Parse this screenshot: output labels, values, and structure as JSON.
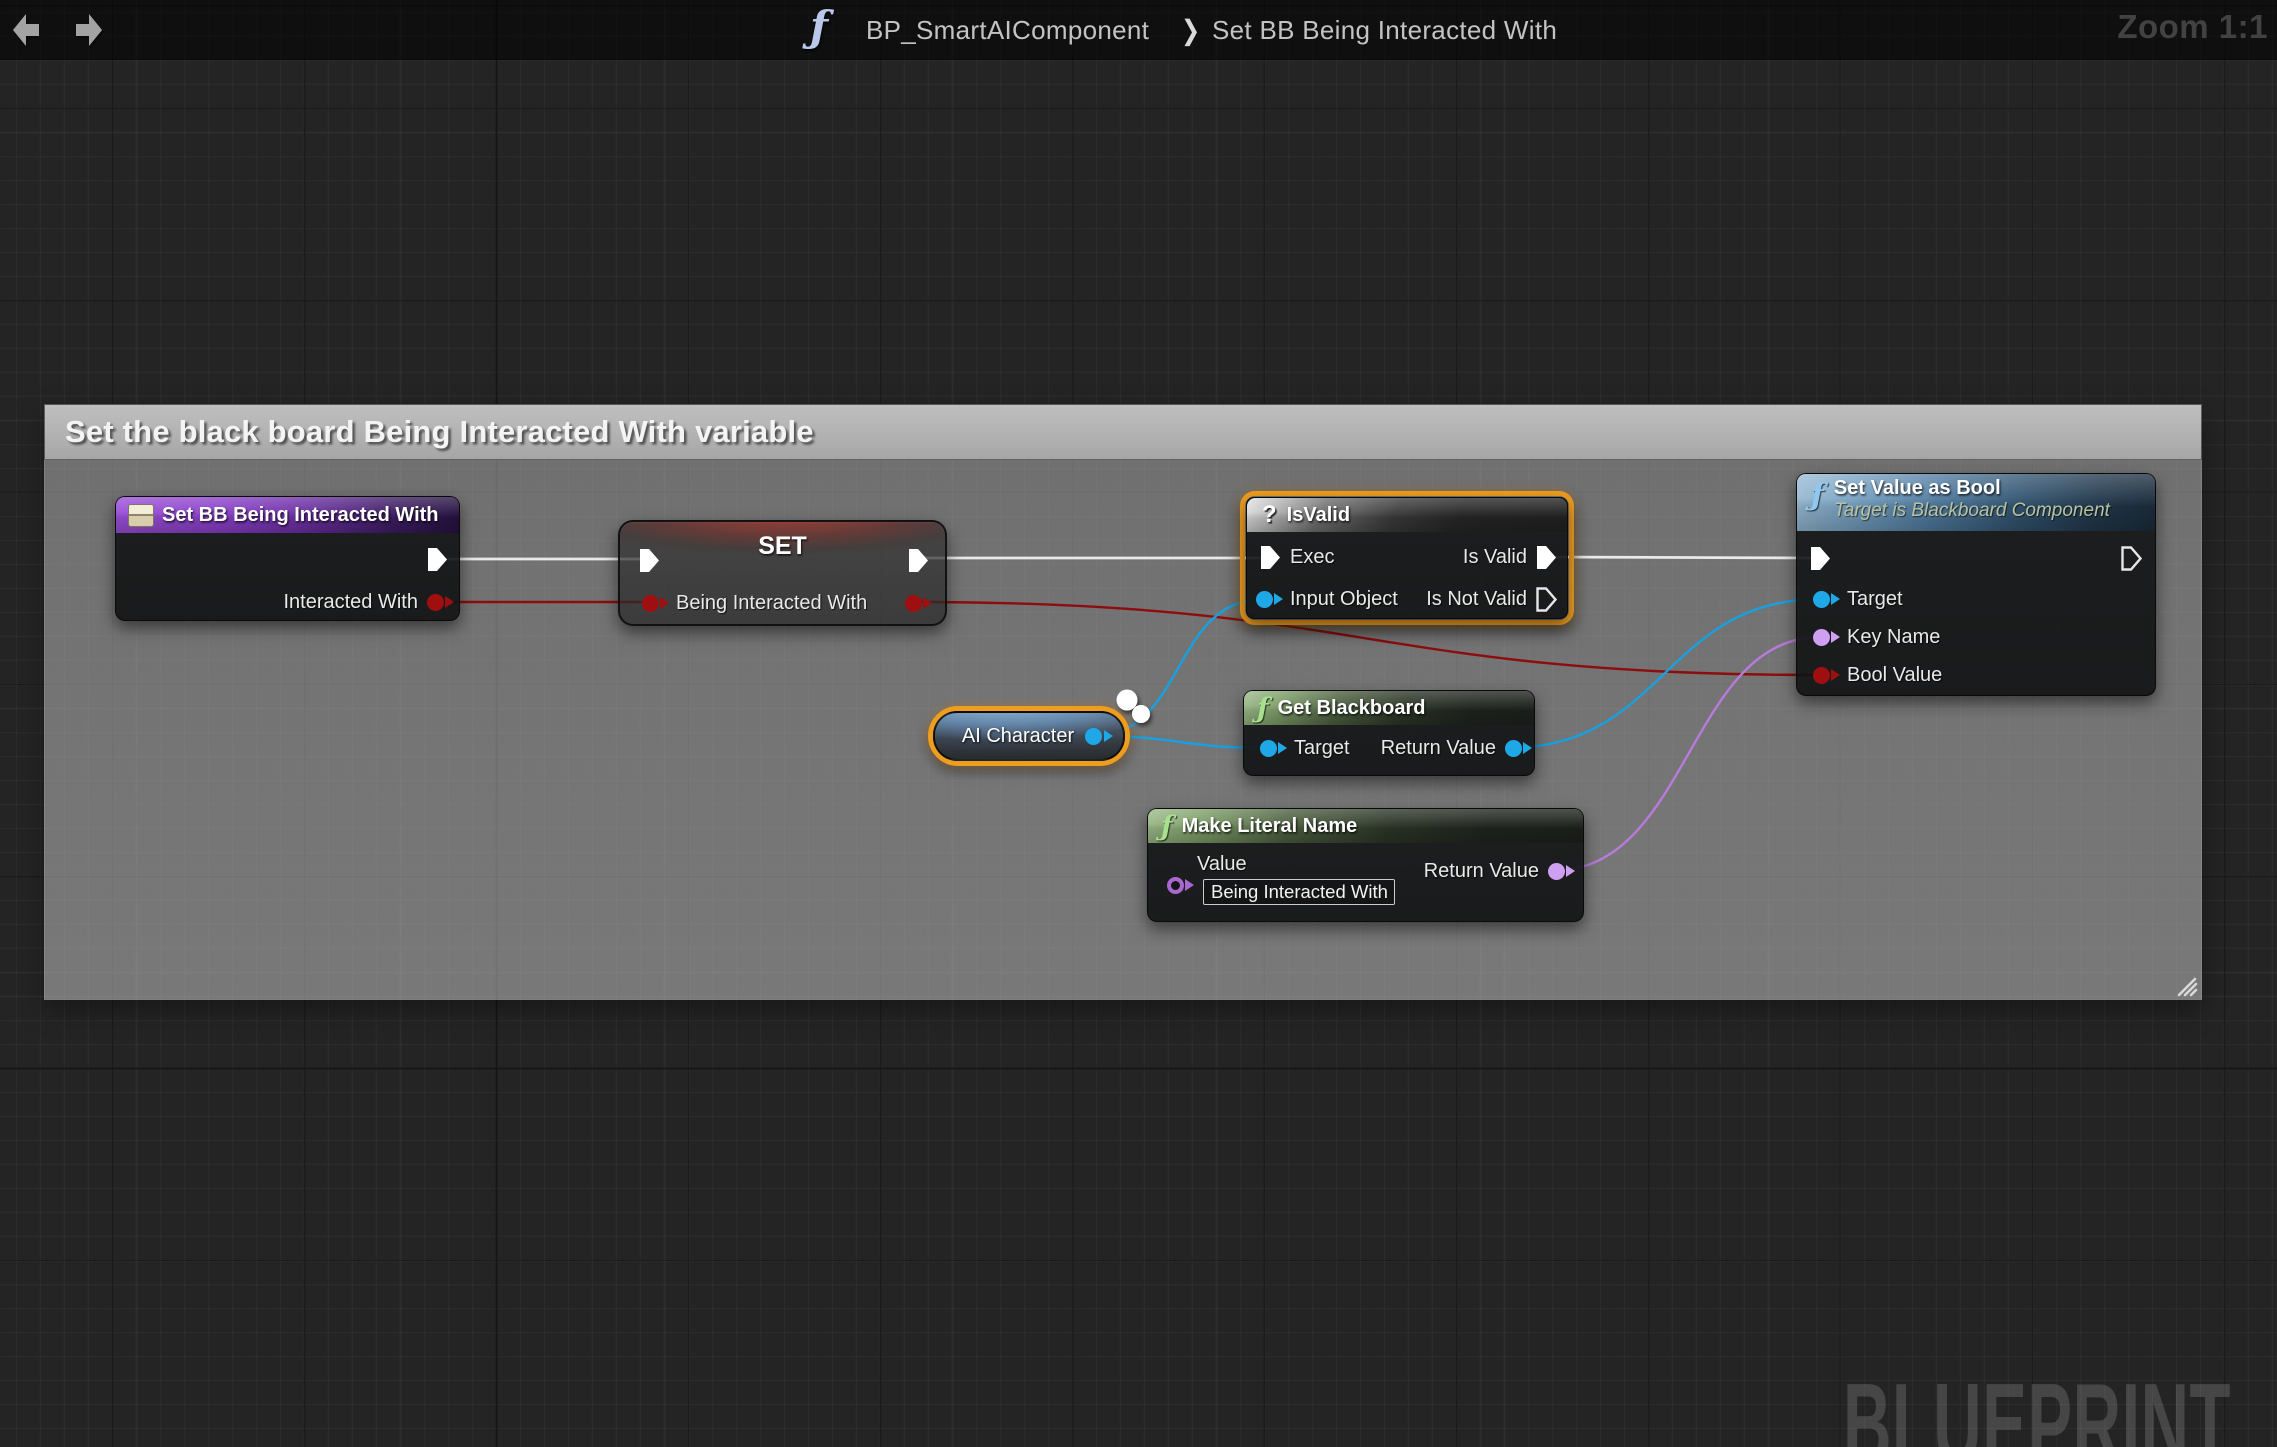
{
  "topbar": {
    "function_icon": "ƒ",
    "breadcrumb_root": "BP_SmartAIComponent",
    "separator": "❯",
    "breadcrumb_current": "Set BB Being Interacted With",
    "zoom_label": "Zoom 1:1"
  },
  "comment": {
    "title": "Set the black board Being Interacted With variable"
  },
  "watermark": "BLUEPRINT",
  "nodes": {
    "set_bb": {
      "title": "Set BB Being Interacted With",
      "pin_interacted_with": "Interacted With"
    },
    "set": {
      "title": "SET",
      "pin_being_interacted_with": "Being Interacted With"
    },
    "isvalid": {
      "icon": "?",
      "title": "IsValid",
      "pin_exec": "Exec",
      "pin_is_valid": "Is Valid",
      "pin_input_object": "Input Object",
      "pin_is_not_valid": "Is Not Valid"
    },
    "ai_character": {
      "title": "AI Character"
    },
    "get_blackboard": {
      "icon": "ƒ",
      "title": "Get Blackboard",
      "pin_target": "Target",
      "pin_return_value": "Return Value"
    },
    "make_literal_name": {
      "icon": "ƒ",
      "title": "Make Literal Name",
      "pin_value": "Value",
      "value_text": "Being Interacted With",
      "pin_return_value": "Return Value"
    },
    "set_value_as_bool": {
      "icon": "ƒ",
      "title": "Set Value as Bool",
      "subtitle": "Target is Blackboard Component",
      "pin_target": "Target",
      "pin_key_name": "Key Name",
      "pin_bool_value": "Bool Value"
    }
  },
  "colors": {
    "selection_orange": "#ef9d1f",
    "exec_wire": "#e9e9e9",
    "bool_wire": "#8c0d0d",
    "object_wire": "#18a0e0",
    "name_wire": "#b77bdc",
    "bool_pin": "#a00f10",
    "object_pin": "#1fa8e8",
    "name_pin": "#cf9ff2"
  }
}
